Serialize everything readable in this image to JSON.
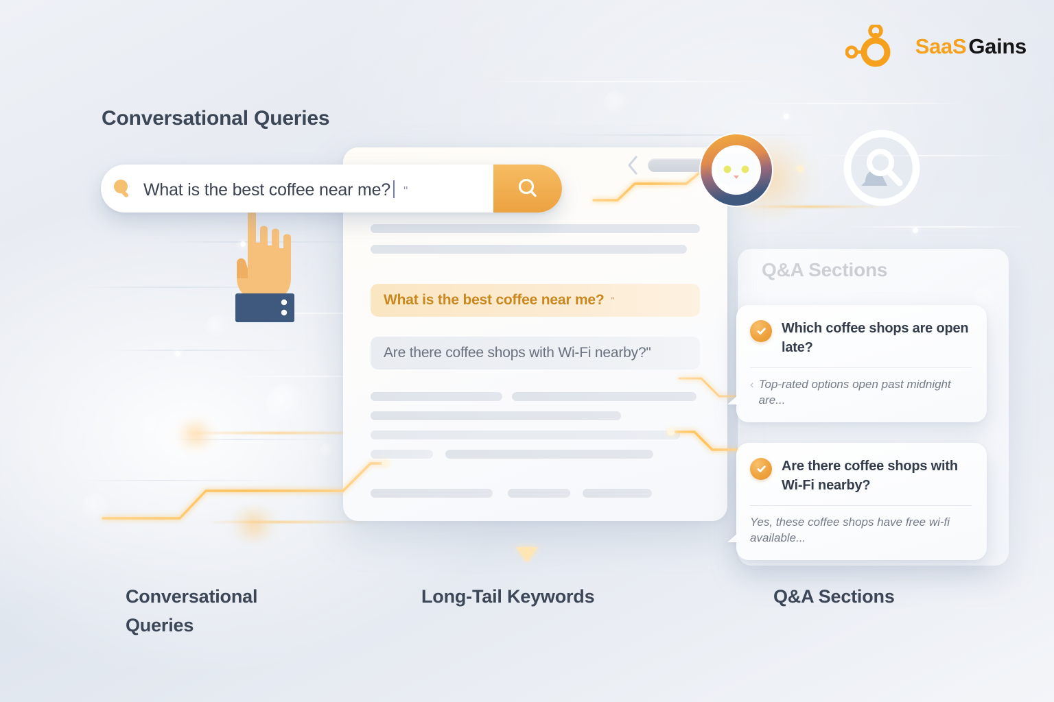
{
  "brand": {
    "name_primary": "SaaS",
    "name_secondary": "Gains",
    "logo_icon": "network-node-icon",
    "color_primary": "#F5A11E",
    "color_secondary": "#151515"
  },
  "headings": {
    "left": "Conversational Queries",
    "right": "Q&A Sections"
  },
  "search": {
    "query_value": "What is the best coffee near me?",
    "trailing_quote": "\"",
    "left_icon": "search-icon",
    "button_icon": "search-icon",
    "caret": "|"
  },
  "suggestions": [
    {
      "text": "What is the best coffee near me?",
      "quote": "\"",
      "highlighted": true,
      "text_color": "#C8881F",
      "bg_color": "#FBE6C2"
    },
    {
      "text": "Are there coffee shops with Wi-Fi nearby?\"",
      "quote": "",
      "highlighted": false,
      "text_color": "#69717F",
      "bg_color": "#E9ECF1"
    }
  ],
  "skeleton": {
    "top_rows": [
      [
        {
          "w": 100
        }
      ],
      [
        {
          "w": 96
        }
      ]
    ],
    "bottom_rows": [
      [
        {
          "w": 40
        },
        {
          "w": 56
        }
      ],
      [
        {
          "w": 76
        }
      ],
      [
        {
          "w": 94
        }
      ],
      [
        {
          "w": 19,
          "soft": true
        },
        {
          "w": 63
        }
      ],
      [
        {
          "w": 37
        },
        {
          "w": 19
        },
        {
          "w": 21
        }
      ]
    ]
  },
  "qa_panel": {
    "title": "Q&A Sections",
    "cards": [
      {
        "badge_icon": "check-badge-icon",
        "question": "Which coffee shops are open late?",
        "answer": "Top-rated options open past midnight are...",
        "answer_chevron": "‹"
      },
      {
        "badge_icon": "check-badge-icon",
        "question": "Are there coffee shops with Wi-Fi nearby?",
        "answer": "Yes, these coffee shops have free wi-fi available...",
        "answer_chevron": ""
      }
    ]
  },
  "decor_icons": {
    "robot": "ai-robot-assistant-icon",
    "searcher": "person-search-magnifier-icon",
    "hand_cursor": "pointing-hand-cursor-icon",
    "down_arrow": "down-arrow-icon",
    "back_chevron": "chevron-left-icon"
  },
  "footer_labels": {
    "left_line1": "Conversational",
    "left_line2": "Queries",
    "center": "Long-Tail Keywords",
    "right": "Q&A Sections"
  },
  "palette": {
    "accent_orange": "#F0A63F",
    "accent_glow": "#FFC76B",
    "heading_slate": "#3B4656",
    "body_gray": "#737B88",
    "cuff_navy": "#3F587E",
    "skin_tan": "#F7C07A"
  }
}
